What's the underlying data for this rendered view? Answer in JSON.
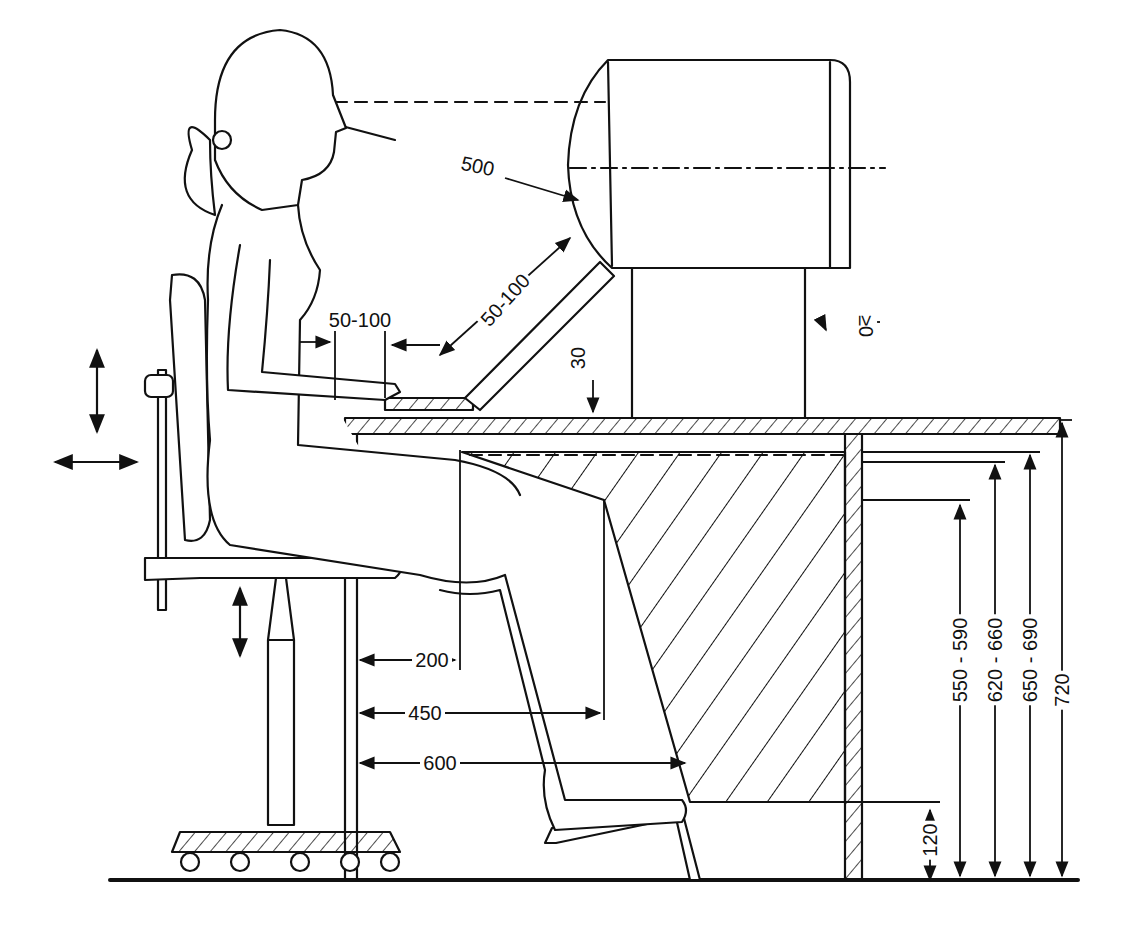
{
  "diagram": {
    "labels": [
      "500",
      "50-100",
      "50-100",
      "30",
      "≥0",
      "200",
      "450",
      "600",
      "120",
      "550 - 590",
      "620 - 660",
      "650 - 690",
      "720"
    ]
  }
}
